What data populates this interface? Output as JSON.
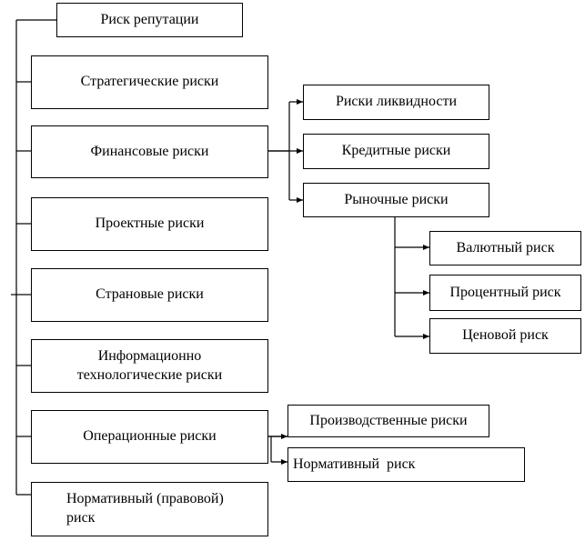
{
  "nodes": {
    "reputation": "Риск репутации",
    "strategic": "Стратегические риски",
    "financial": "Финансовые риски",
    "project": "Проектные риски",
    "country": "Страновые риски",
    "it_line1": "Информационно",
    "it_line2": "технологические риски",
    "operational": "Операционные риски",
    "normative_legal_line1": "Нормативный (правовой)",
    "normative_legal_line2": "риск",
    "liquidity": "Риски ликвидности",
    "credit": "Кредитные риски",
    "market": "Рыночные риски",
    "currency": "Валютный риск",
    "interest": "Процентный риск",
    "price": "Ценовой риск",
    "production": "Производственные риски",
    "normative": "Нормативный  риск"
  }
}
